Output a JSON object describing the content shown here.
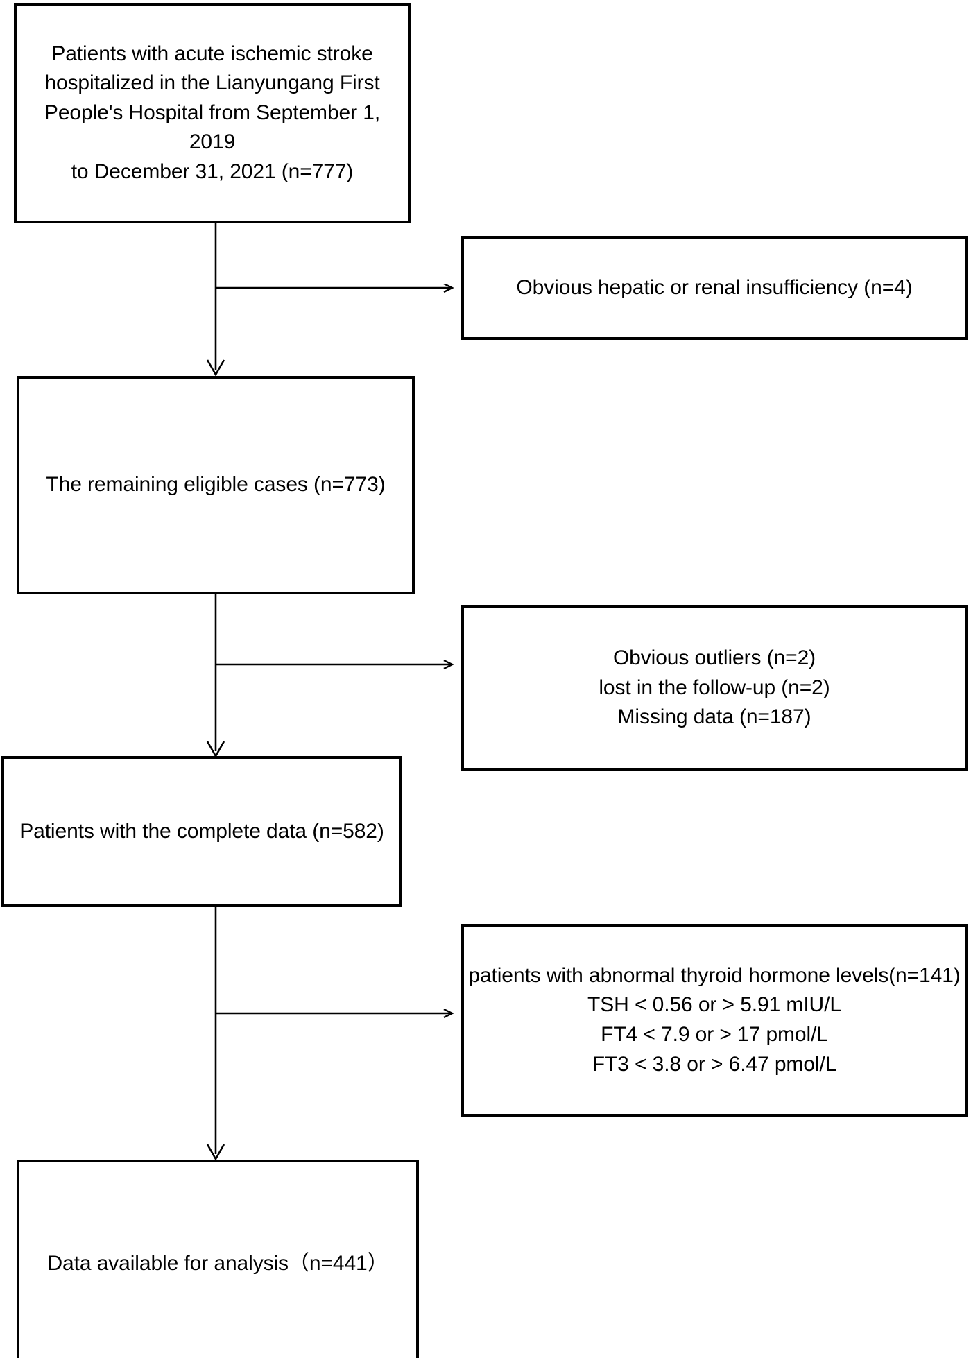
{
  "diagram": {
    "title": "Patient selection flow diagram",
    "type": "flowchart",
    "stroke_color": "#000000",
    "background_color": "#ffffff"
  },
  "nodes": {
    "enrolled": {
      "label": "Patients with acute ischemic stroke\nhospitalized in the Lianyungang First\nPeople's Hospital from September 1, 2019\nto December 31, 2021 (n=777)",
      "count": 777
    },
    "excluded_hepatic": {
      "label": "Obvious hepatic or renal insufficiency (n=4)",
      "count": 4
    },
    "eligible": {
      "label": "The remaining eligible cases (n=773)",
      "count": 773
    },
    "excluded_outliers": {
      "label": "Obvious outliers (n=2)\nlost in the follow-up (n=2)\nMissing data (n=187)",
      "counts": [
        2,
        2,
        187
      ]
    },
    "complete": {
      "label": "Patients with the complete data (n=582)",
      "count": 582
    },
    "excluded_thyroid": {
      "label": "patients with abnormal thyroid hormone levels(n=141)\nTSH < 0.56 or > 5.91 mIU/L\nFT4 < 7.9 or > 17 pmol/L\nFT3 < 3.8 or > 6.47 pmol/L",
      "count": 141,
      "criteria": [
        "TSH < 0.56 or > 5.91 mIU/L",
        "FT4 < 7.9 or > 17 pmol/L",
        "FT3 < 3.8 or > 6.47 pmol/L"
      ]
    },
    "analysis": {
      "label": "Data available for analysis（n=441）",
      "count": 441
    }
  },
  "connectors": [
    {
      "name": "enrolled-to-eligible",
      "kind": "vertical-arrow"
    },
    {
      "name": "enrolled-to-hepatic",
      "kind": "horizontal-arrow"
    },
    {
      "name": "eligible-to-complete",
      "kind": "vertical-arrow"
    },
    {
      "name": "eligible-to-outliers",
      "kind": "horizontal-arrow"
    },
    {
      "name": "complete-to-analysis",
      "kind": "vertical-arrow"
    },
    {
      "name": "complete-to-thyroid",
      "kind": "horizontal-arrow"
    }
  ]
}
